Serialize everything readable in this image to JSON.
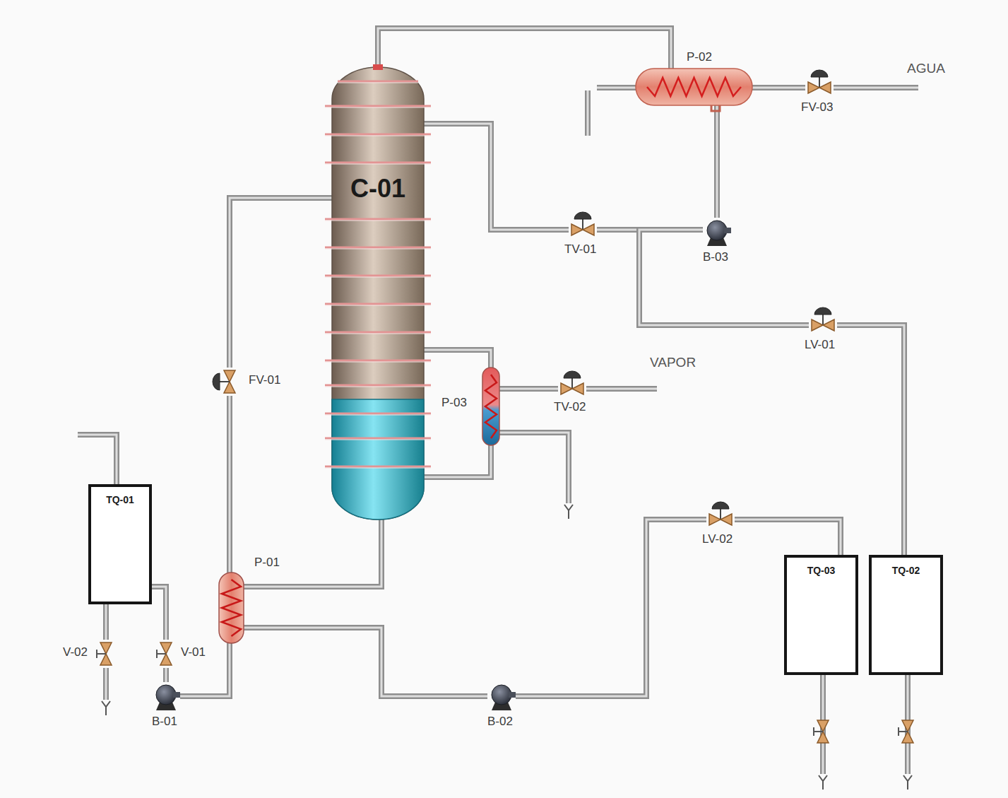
{
  "diagram": {
    "nodes": [
      {
        "text": [
          "C-01"
        ]
      },
      {
        "text": [
          "P-02"
        ]
      },
      {
        "text": [
          "FV-03"
        ]
      },
      {
        "text": [
          "TV-01"
        ]
      },
      {
        "text": [
          "B-03"
        ]
      },
      {
        "text": [
          "LV-01"
        ]
      },
      {
        "text": [
          "P-03"
        ]
      },
      {
        "text": [
          "TV-02"
        ]
      },
      {
        "text": [
          "FV-01"
        ]
      },
      {
        "text": [
          "TQ-01"
        ]
      },
      {
        "text": [
          "P-01"
        ]
      },
      {
        "text": [
          "V-02"
        ]
      },
      {
        "text": [
          "V-01"
        ]
      },
      {
        "text": [
          "B-01"
        ]
      },
      {
        "text": [
          "B-02"
        ]
      },
      {
        "text": [
          "LV-02"
        ]
      },
      {
        "text": [
          "TQ-03"
        ]
      },
      {
        "text": [
          "TQ-02"
        ]
      }
    ],
    "edges": [
      {
        "from": 0,
        "to": 1,
        "arrow": "none"
      },
      {
        "from": 2,
        "to": 1,
        "arrow": "none"
      },
      {
        "from": 1,
        "to": 4,
        "arrow": "none"
      },
      {
        "from": 4,
        "to": 3,
        "arrow": "none"
      },
      {
        "from": 3,
        "to": 0,
        "arrow": "none"
      },
      {
        "from": 4,
        "to": 5,
        "arrow": "none"
      },
      {
        "from": 5,
        "to": 17,
        "arrow": "none"
      },
      {
        "from": 0,
        "to": 6,
        "arrow": "none"
      },
      {
        "from": 6,
        "to": 0,
        "arrow": "none"
      },
      {
        "from": 7,
        "to": 6,
        "arrow": "none"
      },
      {
        "from": 9,
        "to": 11,
        "arrow": "none"
      },
      {
        "from": 9,
        "to": 12,
        "arrow": "none"
      },
      {
        "from": 12,
        "to": 13,
        "arrow": "none"
      },
      {
        "from": 13,
        "to": 10,
        "arrow": "none"
      },
      {
        "from": 10,
        "to": 8,
        "arrow": "none"
      },
      {
        "from": 8,
        "to": 0,
        "arrow": "none"
      },
      {
        "from": 0,
        "to": 10,
        "arrow": "none"
      },
      {
        "from": 10,
        "to": 14,
        "arrow": "none"
      },
      {
        "from": 14,
        "to": 15,
        "arrow": "none"
      },
      {
        "from": 15,
        "to": 16,
        "arrow": "none"
      }
    ],
    "labels": [
      "AGUA",
      "VAPOR"
    ]
  }
}
